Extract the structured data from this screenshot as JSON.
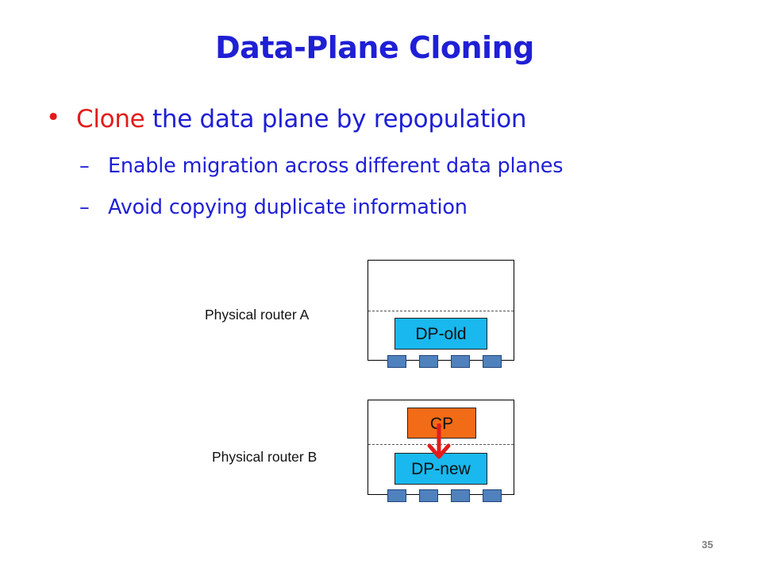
{
  "slide": {
    "title": "Data-Plane Cloning",
    "bullet": {
      "marker": "•",
      "highlight": "Clone",
      "rest": " the data plane by repopulation"
    },
    "sub_bullets": [
      {
        "dash": "–",
        "text": "Enable migration across different data planes"
      },
      {
        "dash": "–",
        "text": "Avoid copying duplicate information"
      }
    ],
    "page_number": "35"
  },
  "diagram": {
    "router_a": {
      "label": "Physical router A",
      "dp_label": "DP-old"
    },
    "router_b": {
      "label": "Physical router B",
      "cp_label": "CP",
      "dp_label": "DP-new"
    }
  },
  "colors": {
    "title_blue": "#1f1fd6",
    "accent_red": "#e31b1b",
    "dp_cyan": "#19b8ee",
    "cp_orange": "#f26b17",
    "port_blue": "#4f81bd"
  }
}
